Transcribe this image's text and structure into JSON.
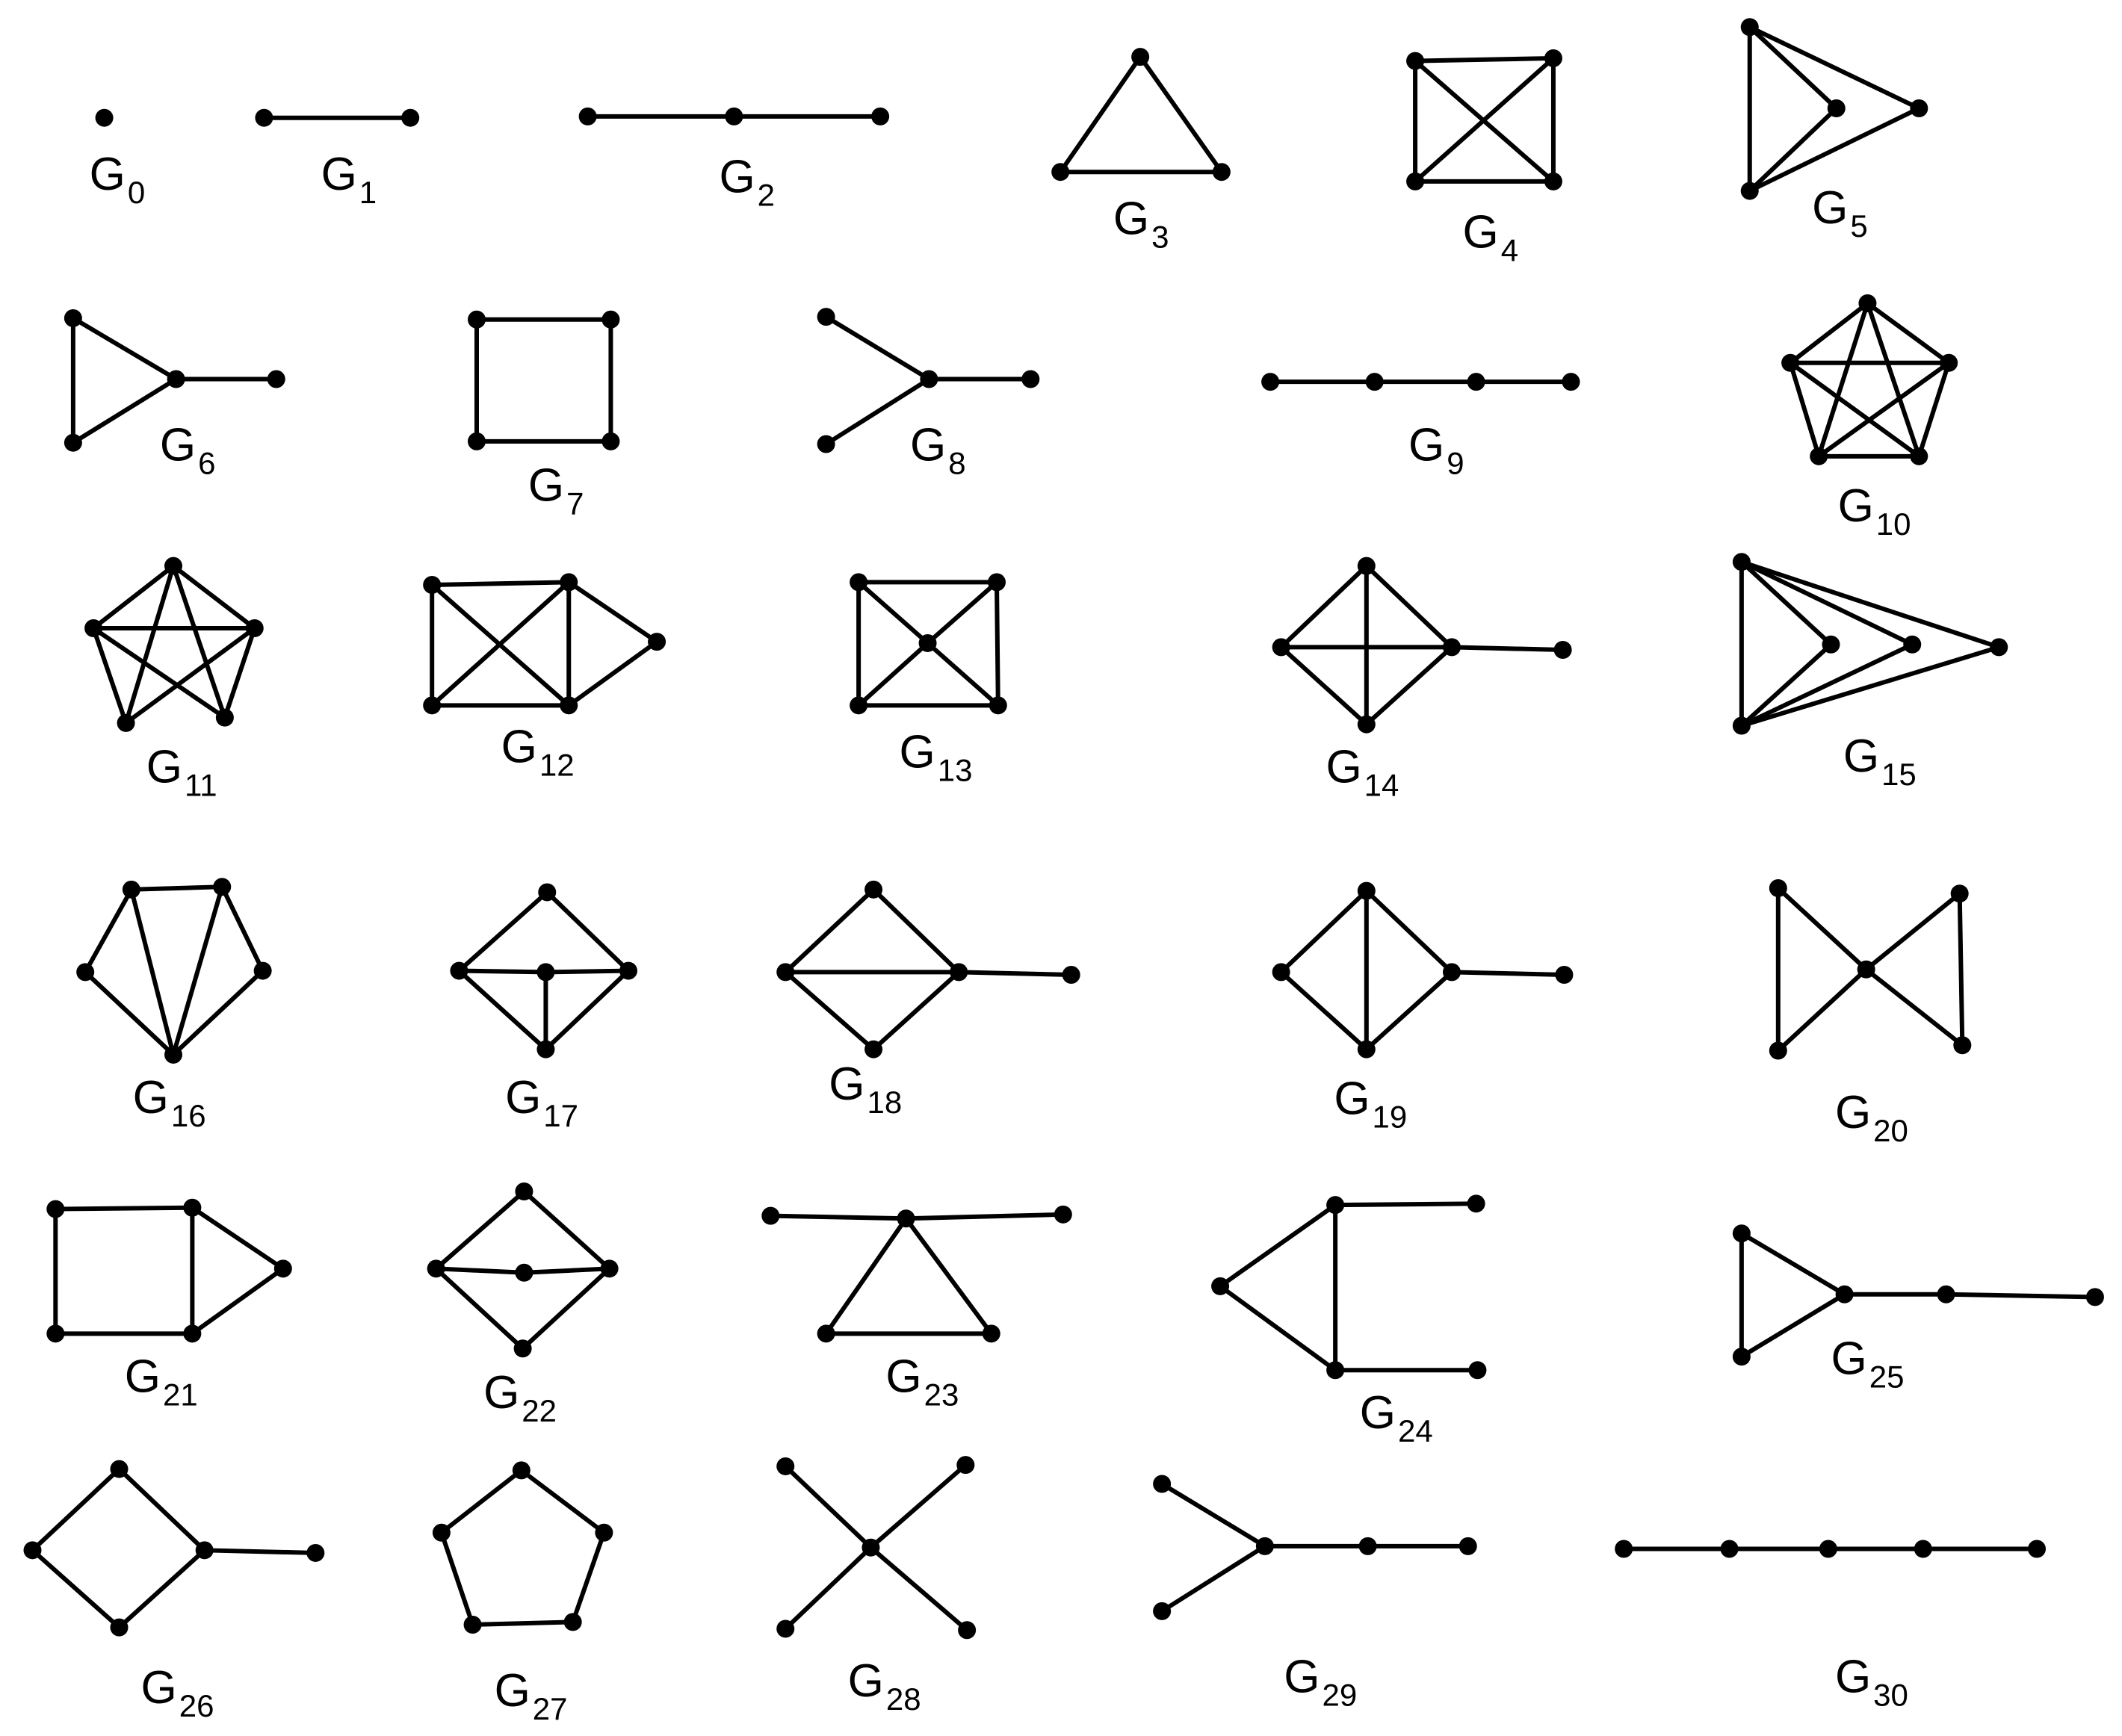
{
  "graphs": [
    {
      "label": "G",
      "sub": "0",
      "nodes": [],
      "edges": []
    },
    {
      "label": "G",
      "sub": "1",
      "nodes": [],
      "edges": []
    },
    {
      "label": "G",
      "sub": "2",
      "nodes": [],
      "edges": []
    },
    {
      "label": "G",
      "sub": "3",
      "nodes": [],
      "edges": []
    },
    {
      "label": "G",
      "sub": "4",
      "nodes": [],
      "edges": []
    },
    {
      "label": "G",
      "sub": "5",
      "nodes": [],
      "edges": []
    },
    {
      "label": "G",
      "sub": "6",
      "nodes": [],
      "edges": []
    },
    {
      "label": "G",
      "sub": "7",
      "nodes": [],
      "edges": []
    },
    {
      "label": "G",
      "sub": "8",
      "nodes": [],
      "edges": []
    },
    {
      "label": "G",
      "sub": "9",
      "nodes": [],
      "edges": []
    },
    {
      "label": "G",
      "sub": "10",
      "nodes": [],
      "edges": []
    },
    {
      "label": "G",
      "sub": "11",
      "nodes": [],
      "edges": []
    },
    {
      "label": "G",
      "sub": "12",
      "nodes": [],
      "edges": []
    },
    {
      "label": "G",
      "sub": "13",
      "nodes": [],
      "edges": []
    },
    {
      "label": "G",
      "sub": "14",
      "nodes": [],
      "edges": []
    },
    {
      "label": "G",
      "sub": "15",
      "nodes": [],
      "edges": []
    },
    {
      "label": "G",
      "sub": "16",
      "nodes": [],
      "edges": []
    },
    {
      "label": "G",
      "sub": "17",
      "nodes": [],
      "edges": []
    },
    {
      "label": "G",
      "sub": "18",
      "nodes": [],
      "edges": []
    },
    {
      "label": "G",
      "sub": "19",
      "nodes": [],
      "edges": []
    },
    {
      "label": "G",
      "sub": "20",
      "nodes": [],
      "edges": []
    },
    {
      "label": "G",
      "sub": "21",
      "nodes": [],
      "edges": []
    },
    {
      "label": "G",
      "sub": "22",
      "nodes": [],
      "edges": []
    },
    {
      "label": "G",
      "sub": "23",
      "nodes": [],
      "edges": []
    },
    {
      "label": "G",
      "sub": "24",
      "nodes": [],
      "edges": []
    },
    {
      "label": "G",
      "sub": "25",
      "nodes": [],
      "edges": []
    },
    {
      "label": "G",
      "sub": "26",
      "nodes": [],
      "edges": []
    },
    {
      "label": "G",
      "sub": "27",
      "nodes": [],
      "edges": []
    },
    {
      "label": "G",
      "sub": "28",
      "nodes": [],
      "edges": []
    },
    {
      "label": "G",
      "sub": "29",
      "nodes": [],
      "edges": []
    },
    {
      "label": "G",
      "sub": "30",
      "nodes": [],
      "edges": []
    }
  ]
}
